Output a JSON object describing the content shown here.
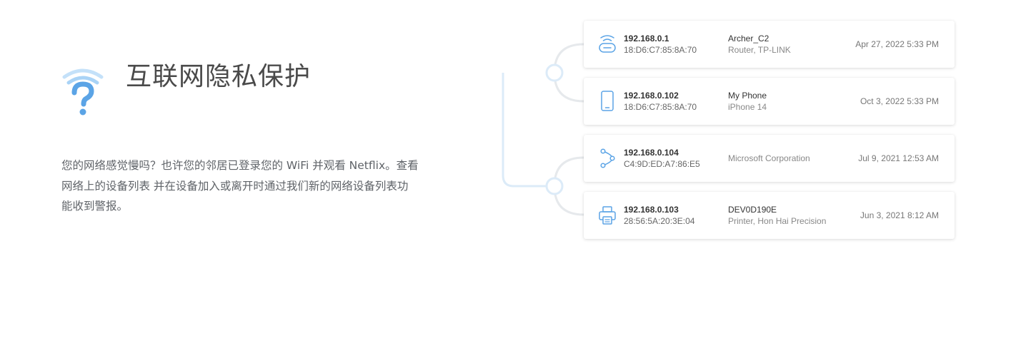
{
  "hero": {
    "icon": "wifi-question-icon",
    "title": "互联网隐私保护",
    "description": "您的网络感觉慢吗？也许您的邻居已登录您的 WiFi 并观看 Netflix。查看网络上的设备列表 并在设备加入或离开时通过我们新的网络设备列表功能收到警报。"
  },
  "colors": {
    "accent": "#5ba4e6",
    "icon_light": "#a6d1f5",
    "connector": "#dcebf8",
    "connector_gray": "#e6e9ec"
  },
  "devices": [
    {
      "icon": "router-icon",
      "ip": "192.168.0.1",
      "mac": "18:D6:C7:85:8A:70",
      "name": "Archer_C2",
      "vendor": "Router, TP-LINK",
      "date": "Apr 27, 2022 5:33 PM"
    },
    {
      "icon": "phone-icon",
      "ip": "192.168.0.102",
      "mac": "18:D6:C7:85:8A:70",
      "name": "My Phone",
      "vendor": "iPhone 14",
      "date": "Oct 3, 2022 5:33 PM"
    },
    {
      "icon": "network-node-icon",
      "ip": "192.168.0.104",
      "mac": "C4:9D:ED:A7:86:E5",
      "name": "",
      "vendor": "Microsoft Corporation",
      "date": "Jul 9, 2021 12:53 AM"
    },
    {
      "icon": "printer-icon",
      "ip": "192.168.0.103",
      "mac": "28:56:5A:20:3E:04",
      "name": "DEV0D190E",
      "vendor": "Printer, Hon Hai Precision",
      "date": "Jun 3, 2021 8:12 AM"
    }
  ]
}
